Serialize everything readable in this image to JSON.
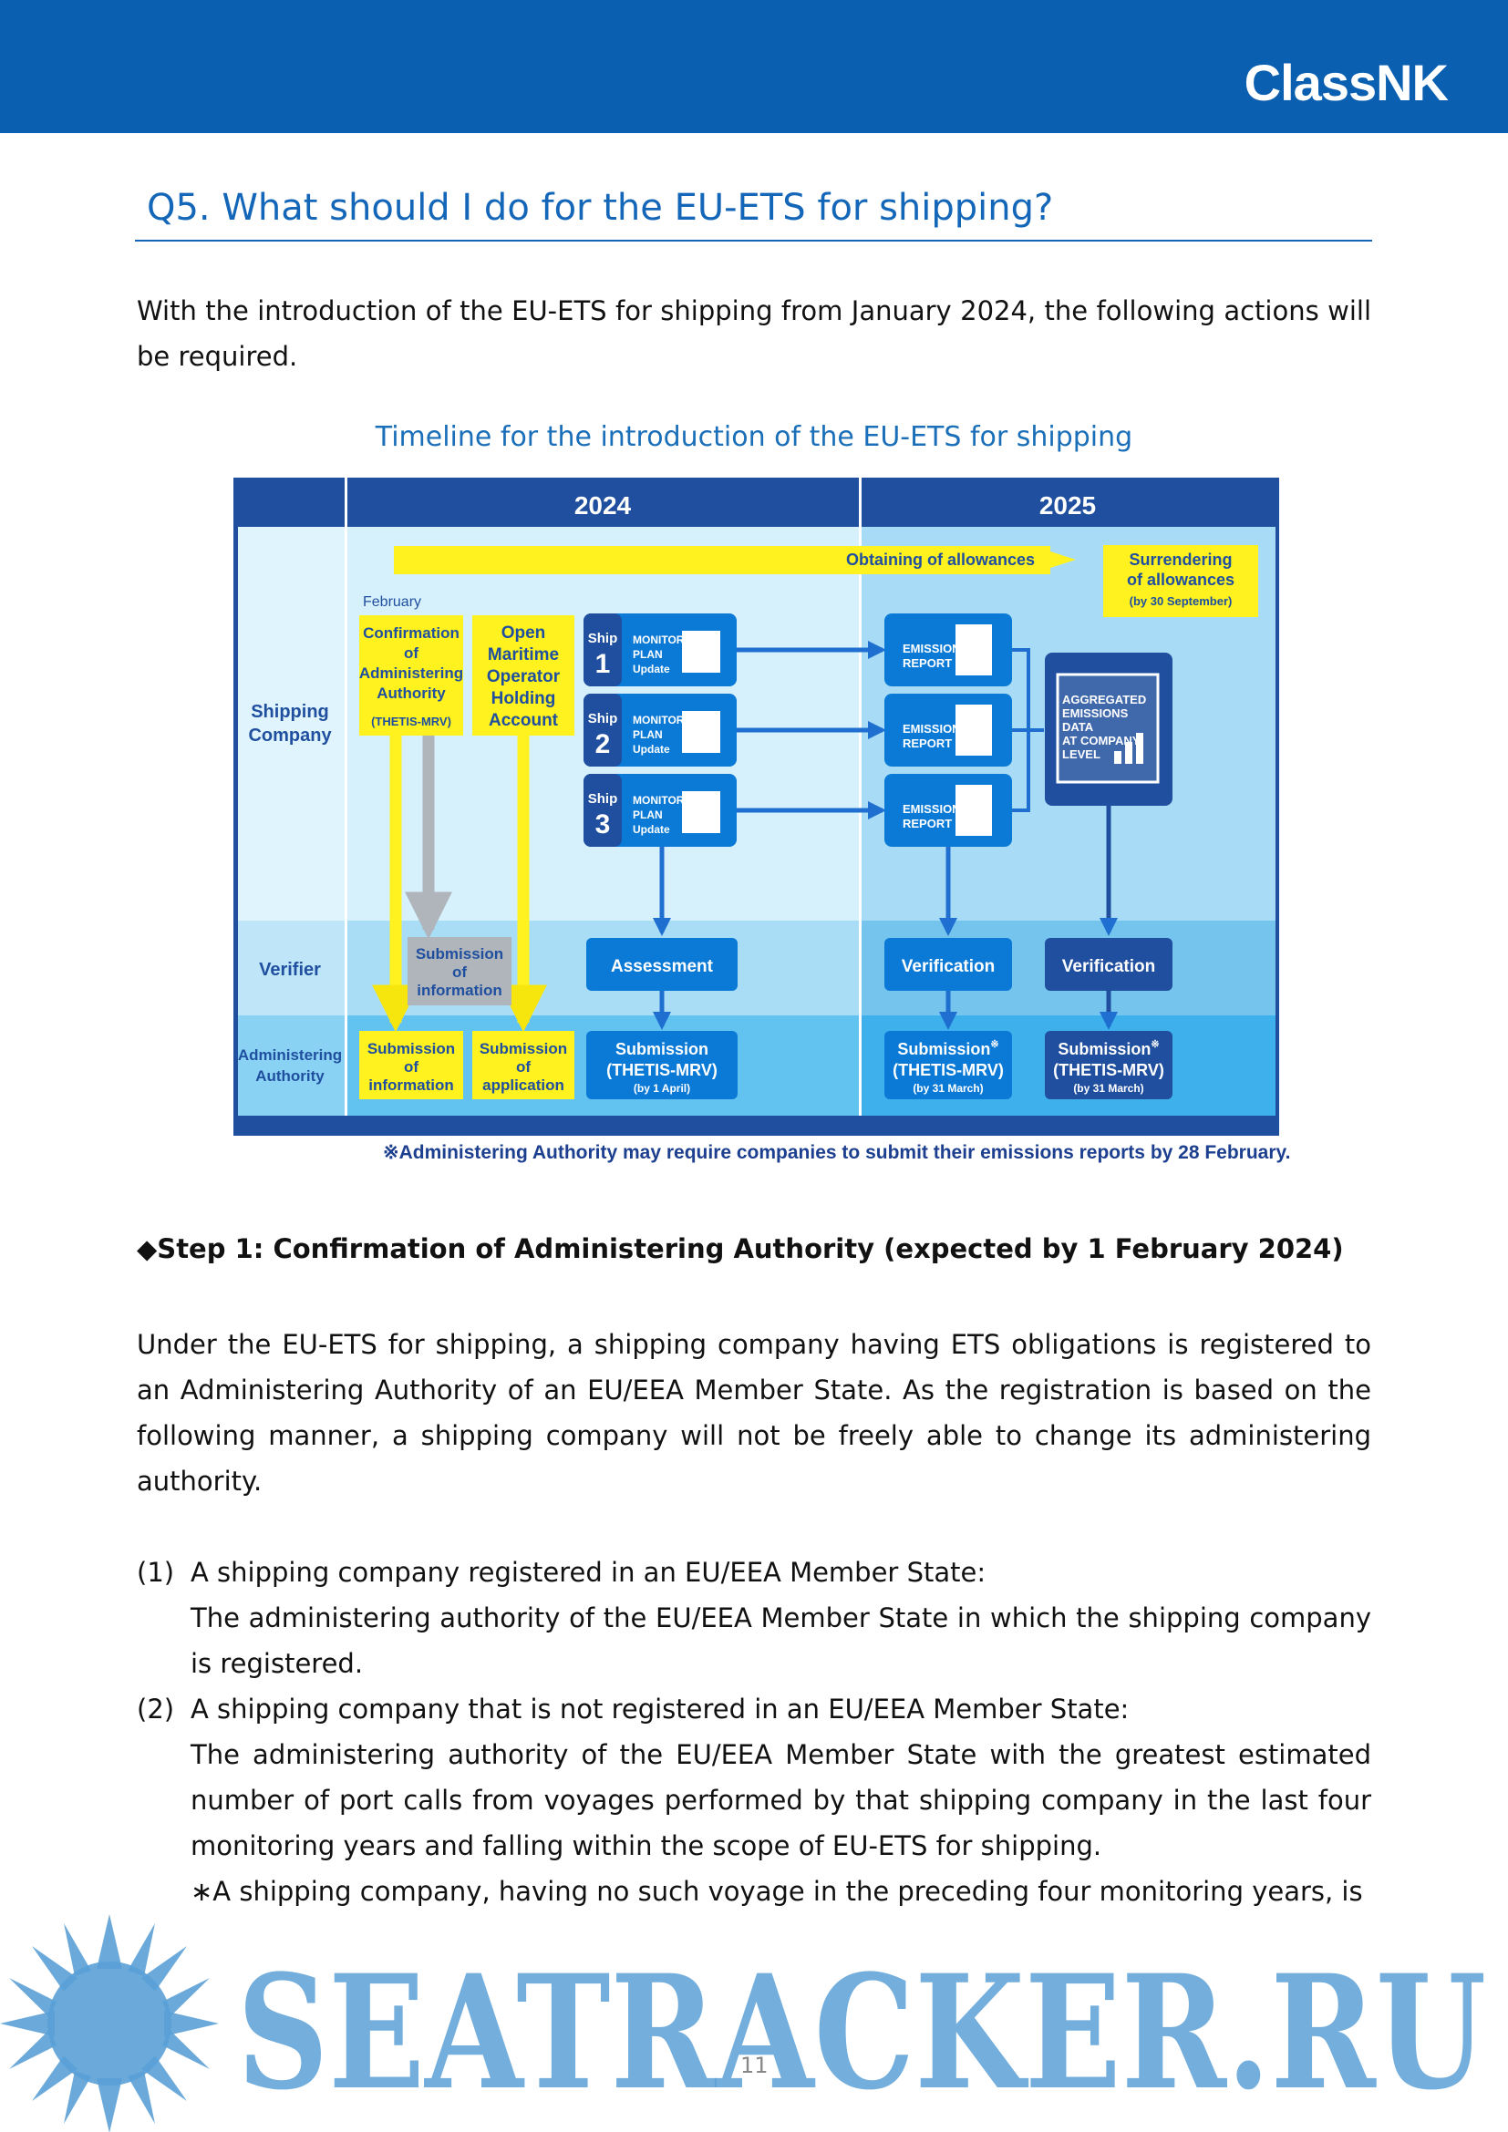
{
  "header": {
    "logo_text": "ClassNK",
    "bar_color": "#0b5fb0"
  },
  "question_title": "Q5. What should I do for the EU-ETS for shipping?",
  "intro_paragraph": "With the introduction of the EU-ETS for shipping from January 2024, the following actions will be required.",
  "diagram": {
    "title": "Timeline for the introduction of the EU-ETS for shipping",
    "years": [
      "2024",
      "2025"
    ],
    "rows": {
      "shipping_company": [
        "Shipping",
        "Company"
      ],
      "verifier": "Verifier",
      "administering_authority": [
        "Administering",
        "Authority"
      ]
    },
    "obtaining_allowances": "Obtaining of allowances",
    "surrendering": {
      "line1": "Surrendering",
      "line2": "of allowances",
      "note": "(by 30 September)"
    },
    "february_label": "February",
    "confirmation_box": {
      "lines": [
        "Confirmation",
        "of",
        "Administering",
        "Authority"
      ],
      "note": "(THETIS-MRV)"
    },
    "omoha_box": {
      "lines": [
        "Open",
        "Maritime",
        "Operator",
        "Holding",
        "Account"
      ]
    },
    "ship_label": "Ship",
    "ships": [
      "1",
      "2",
      "3"
    ],
    "monitoring_plan": [
      "MONITORING",
      "PLAN",
      "Update"
    ],
    "emissions_report": [
      "EMISSIONS",
      "REPORT"
    ],
    "aggregated": [
      "AGGREGATED",
      "EMISSIONS",
      "DATA",
      "AT COMPANY",
      "LEVEL"
    ],
    "verifier_submission": [
      "Submission",
      "of",
      "information"
    ],
    "assessment": "Assessment",
    "verification": "Verification",
    "auth_submission_info": [
      "Submission",
      "of",
      "information"
    ],
    "auth_submission_app": [
      "Submission",
      "of",
      "application"
    ],
    "thetis_1": {
      "line1": "Submission",
      "line2": "(THETIS-MRV)",
      "note": "(by 1 April)"
    },
    "thetis_2": {
      "line1": "Submission",
      "mark": "※",
      "line2": "(THETIS-MRV)",
      "note": "(by 31 March)"
    },
    "thetis_3": {
      "line1": "Submission",
      "mark": "※",
      "line2": "(THETIS-MRV)",
      "note": "(by 31 March)"
    },
    "colors": {
      "navy": "#1f4f9e",
      "blue": "#0a7ad6",
      "yellow": "#fff21f",
      "gray": "#b0b5bb"
    }
  },
  "footnote": "※Administering Authority may require companies to submit their emissions reports by 28 February.",
  "step1_heading": "◆Step 1: Confirmation of Administering Authority (expected by 1 February 2024)",
  "step1_paragraph": "Under the EU-ETS for shipping, a shipping company having ETS obligations is registered to an Administering Authority of an EU/EEA Member State. As the registration is based on the following manner, a shipping company will not be freely able to change its administering authority.",
  "list": [
    {
      "num": "(1)",
      "head": "A shipping company registered in an EU/EEA Member State:",
      "body": "The administering authority of the EU/EEA Member State in which the shipping company is registered."
    },
    {
      "num": "(2)",
      "head": "A shipping company that is not registered in an EU/EEA Member State:",
      "body": "The administering authority of the EU/EEA Member State with the greatest estimated number of port calls from voyages performed by that shipping company in the last four monitoring years and falling within the scope of EU-ETS for shipping.",
      "note": "∗A shipping company, having no such voyage in the preceding four monitoring years, is"
    }
  ],
  "watermark_text": "SEATRACKER.RU",
  "page_number": "11"
}
